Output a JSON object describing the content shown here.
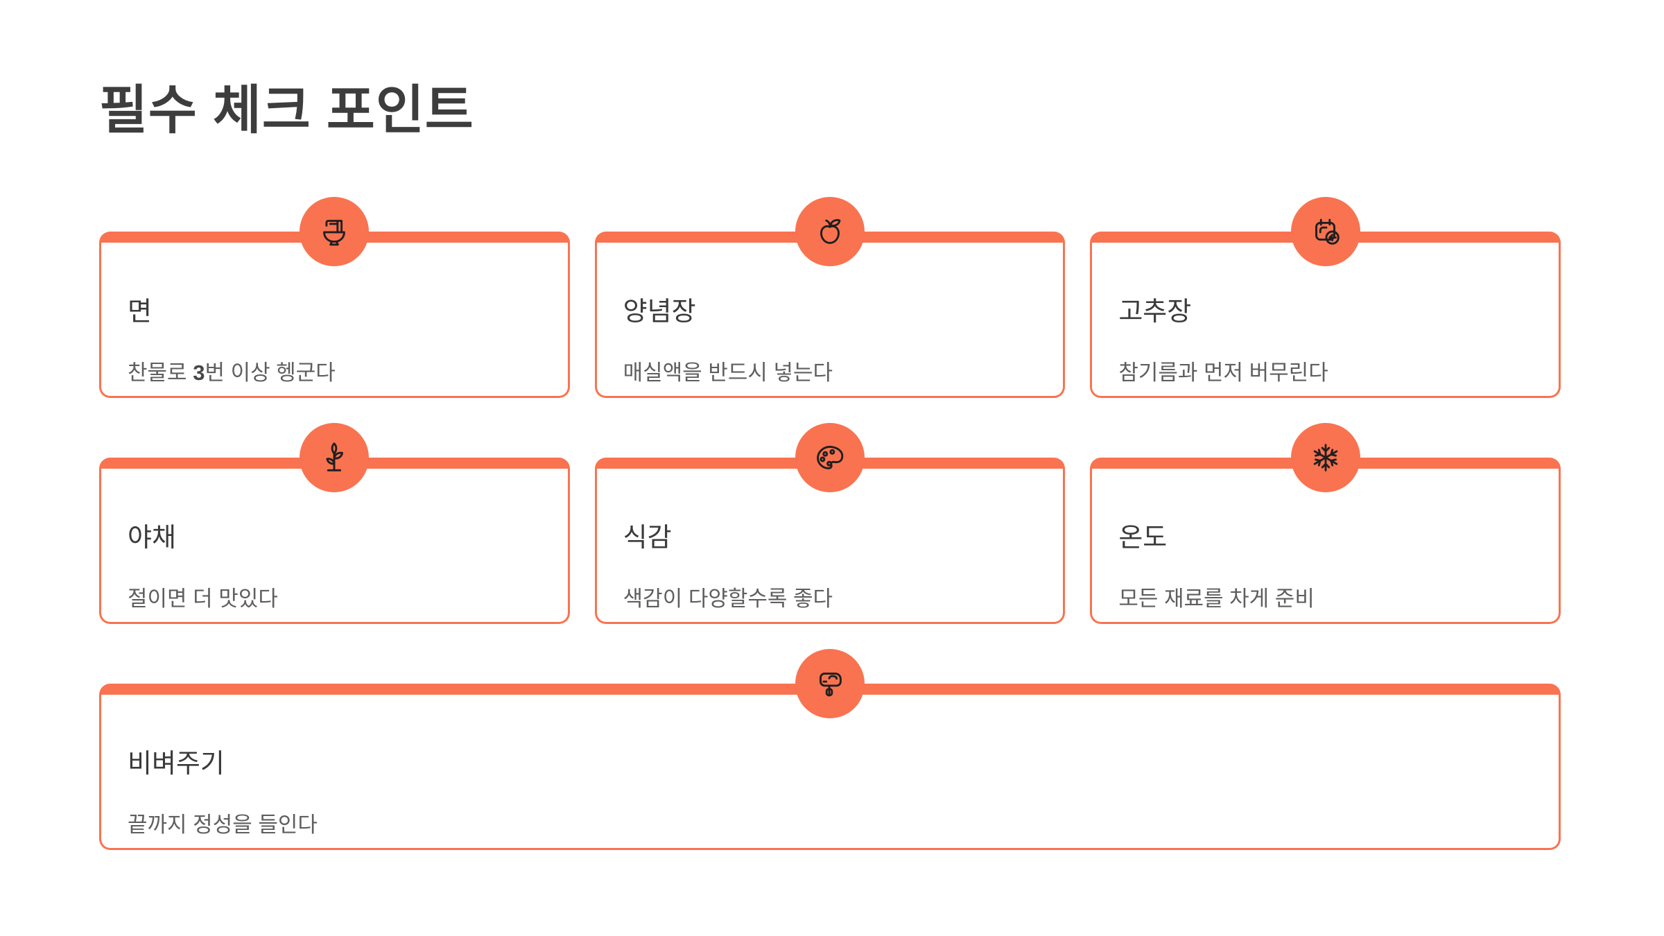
{
  "page": {
    "title": "필수 체크 포인트",
    "background": "#ffffff"
  },
  "colors": {
    "accent_orange": "#F97350",
    "title_text": "#3d3d3d",
    "card_title_text": "#3a3a3a",
    "card_desc_text": "#5e5e5e",
    "icon_stroke": "#1f1f1f"
  },
  "cards": [
    {
      "icon": "noodle-bowl-icon",
      "title": "면",
      "desc_pre": "찬물로 ",
      "desc_bold": "3",
      "desc_post": "번 이상 헹군다"
    },
    {
      "icon": "plum-icon",
      "title": "양념장",
      "desc_pre": "매실액을 반드시 넣는다"
    },
    {
      "icon": "calendar-arrow-icon",
      "title": "고추장",
      "desc_pre": "참기름과 먼저 버무린다"
    },
    {
      "icon": "plant-icon",
      "title": "야채",
      "desc_pre": "절이면 더 맛있다"
    },
    {
      "icon": "palette-icon",
      "title": "식감",
      "desc_pre": "색감이 다양할수록 좋다"
    },
    {
      "icon": "snowflake-icon",
      "title": "온도",
      "desc_pre": "모든 재료를 차게 준비"
    },
    {
      "icon": "hand-mixer-icon",
      "title": "비벼주기",
      "desc_pre": "끝까지 정성을 들인다"
    }
  ]
}
